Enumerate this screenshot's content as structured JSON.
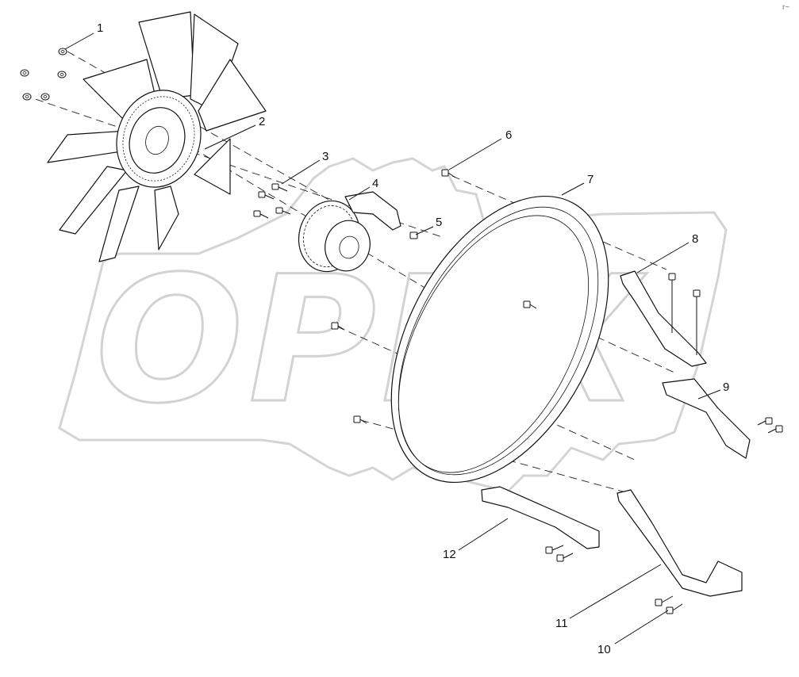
{
  "diagram": {
    "watermark_text": "OPEX",
    "corner_mark": "r~",
    "callouts": [
      {
        "id": "1",
        "label": "1"
      },
      {
        "id": "2",
        "label": "2"
      },
      {
        "id": "3",
        "label": "3"
      },
      {
        "id": "4",
        "label": "4"
      },
      {
        "id": "5",
        "label": "5"
      },
      {
        "id": "6",
        "label": "6"
      },
      {
        "id": "7",
        "label": "7"
      },
      {
        "id": "8",
        "label": "8"
      },
      {
        "id": "9",
        "label": "9"
      },
      {
        "id": "10",
        "label": "10"
      },
      {
        "id": "11",
        "label": "11"
      },
      {
        "id": "12",
        "label": "12"
      }
    ]
  }
}
